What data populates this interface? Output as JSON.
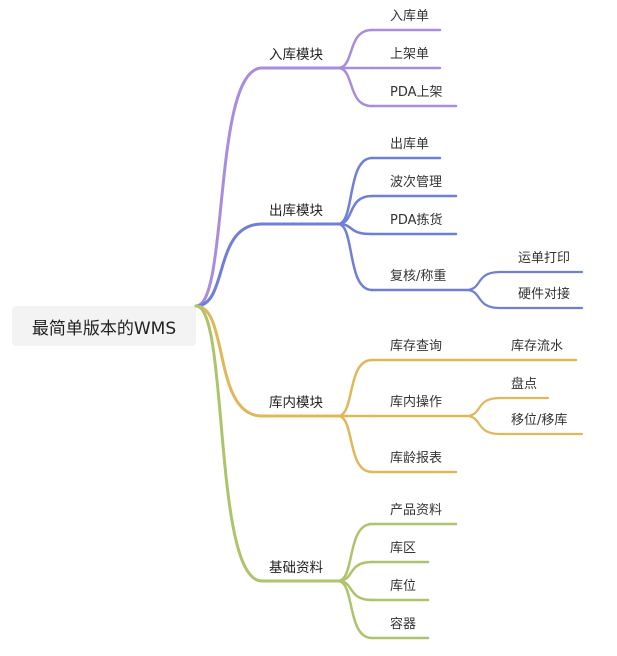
{
  "root": {
    "label": "最简单版本的WMS"
  },
  "branches": [
    {
      "id": "inbound",
      "label": "入库模块",
      "color": "#a98ddc",
      "children": [
        {
          "label": "入库单"
        },
        {
          "label": "上架单"
        },
        {
          "label": "PDA上架"
        }
      ]
    },
    {
      "id": "outbound",
      "label": "出库模块",
      "color": "#6f7fd6",
      "children": [
        {
          "label": "出库单"
        },
        {
          "label": "波次管理"
        },
        {
          "label": "PDA拣货"
        },
        {
          "label": "复核/称重",
          "children": [
            {
              "label": "运单打印"
            },
            {
              "label": "硬件对接"
            }
          ]
        }
      ]
    },
    {
      "id": "warehouse",
      "label": "库内模块",
      "color": "#e0b85a",
      "children": [
        {
          "label": "库存查询",
          "children": [
            {
              "label": "库存流水"
            }
          ]
        },
        {
          "label": "库内操作",
          "children": [
            {
              "label": "盘点"
            },
            {
              "label": "移位/移库"
            }
          ]
        },
        {
          "label": "库龄报表"
        }
      ]
    },
    {
      "id": "basic",
      "label": "基础资料",
      "color": "#adc46d",
      "children": [
        {
          "label": "产品资料"
        },
        {
          "label": "库区"
        },
        {
          "label": "库位"
        },
        {
          "label": "容器"
        }
      ]
    }
  ]
}
